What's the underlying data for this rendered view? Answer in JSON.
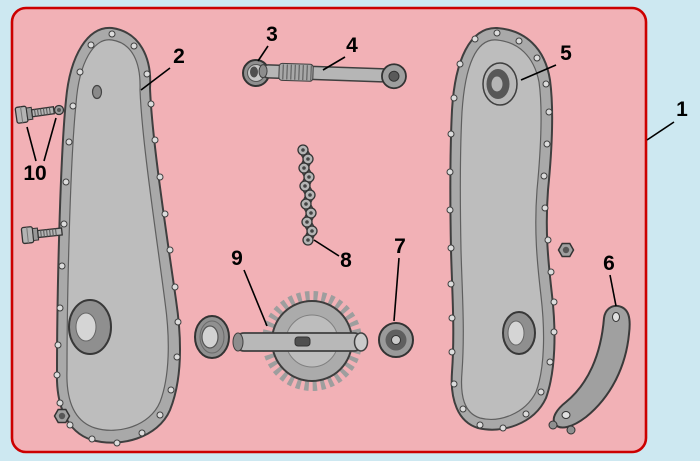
{
  "colors": {
    "background": "#cde8f1",
    "panel": "#f2b1b6",
    "panel_border": "#cc0000",
    "part_fill": "#a9a9a9",
    "part_outline": "#3f3f3f",
    "callout_color": "#000000"
  },
  "callouts": [
    {
      "label": "1"
    },
    {
      "label": "2"
    },
    {
      "label": "3"
    },
    {
      "label": "4"
    },
    {
      "label": "5"
    },
    {
      "label": "6"
    },
    {
      "label": "7"
    },
    {
      "label": "8"
    },
    {
      "label": "9"
    },
    {
      "label": "10"
    }
  ]
}
